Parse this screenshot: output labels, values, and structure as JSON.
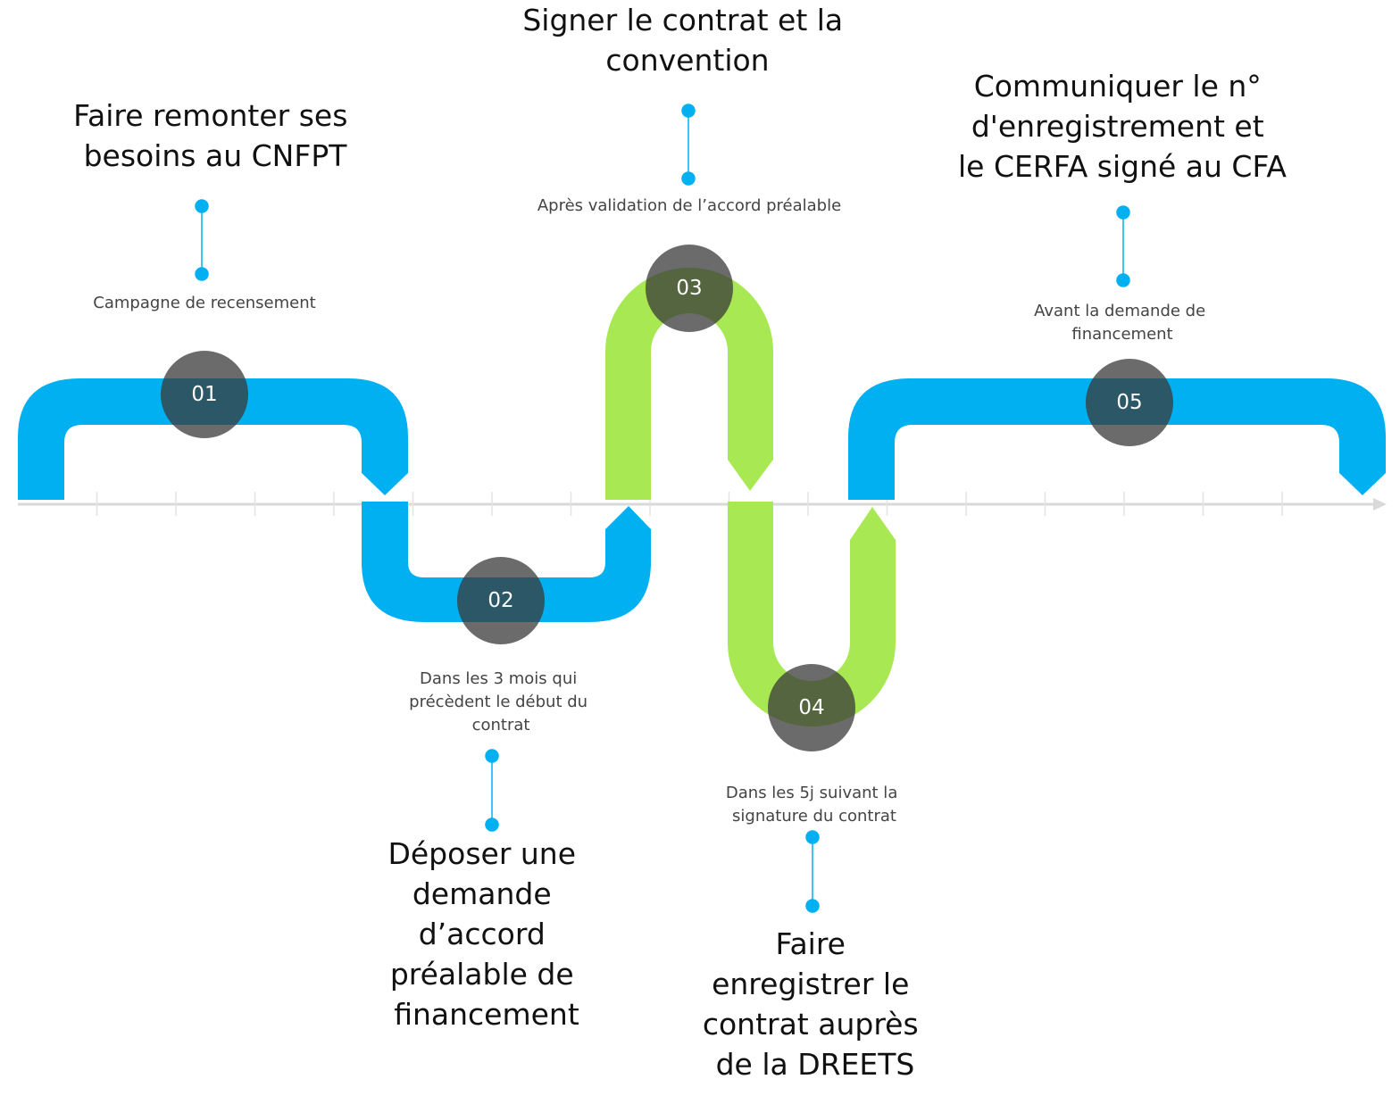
{
  "colors": {
    "blue": "#00b0f0",
    "green": "#a8e852",
    "marker": "#3a3a3a",
    "axis": "#d9d9d9"
  },
  "steps": [
    {
      "number": "01",
      "color": "blue",
      "title": [
        "Faire remonter ses",
        "besoins au CNFPT"
      ],
      "timing": [
        "Campagne de recensement"
      ]
    },
    {
      "number": "02",
      "color": "blue",
      "title": [
        "Déposer une",
        "demande",
        "d’accord",
        "préalable de",
        "financement"
      ],
      "timing": [
        "Dans les 3 mois qui",
        "précèdent le début du",
        "contrat"
      ]
    },
    {
      "number": "03",
      "color": "green",
      "title": [
        "Signer le contrat et la",
        "convention"
      ],
      "timing": [
        "Après validation de l’accord préalable"
      ]
    },
    {
      "number": "04",
      "color": "green",
      "title": [
        "Faire",
        "enregistrer le",
        "contrat auprès",
        "de la DREETS"
      ],
      "timing": [
        "Dans les 5j suivant la",
        "signature du contrat"
      ]
    },
    {
      "number": "05",
      "color": "blue",
      "title": [
        "Communiquer le n°",
        "d'enregistrement et",
        "le CERFA signé au CFA"
      ],
      "timing": [
        "Avant la demande de",
        "financement"
      ]
    }
  ]
}
